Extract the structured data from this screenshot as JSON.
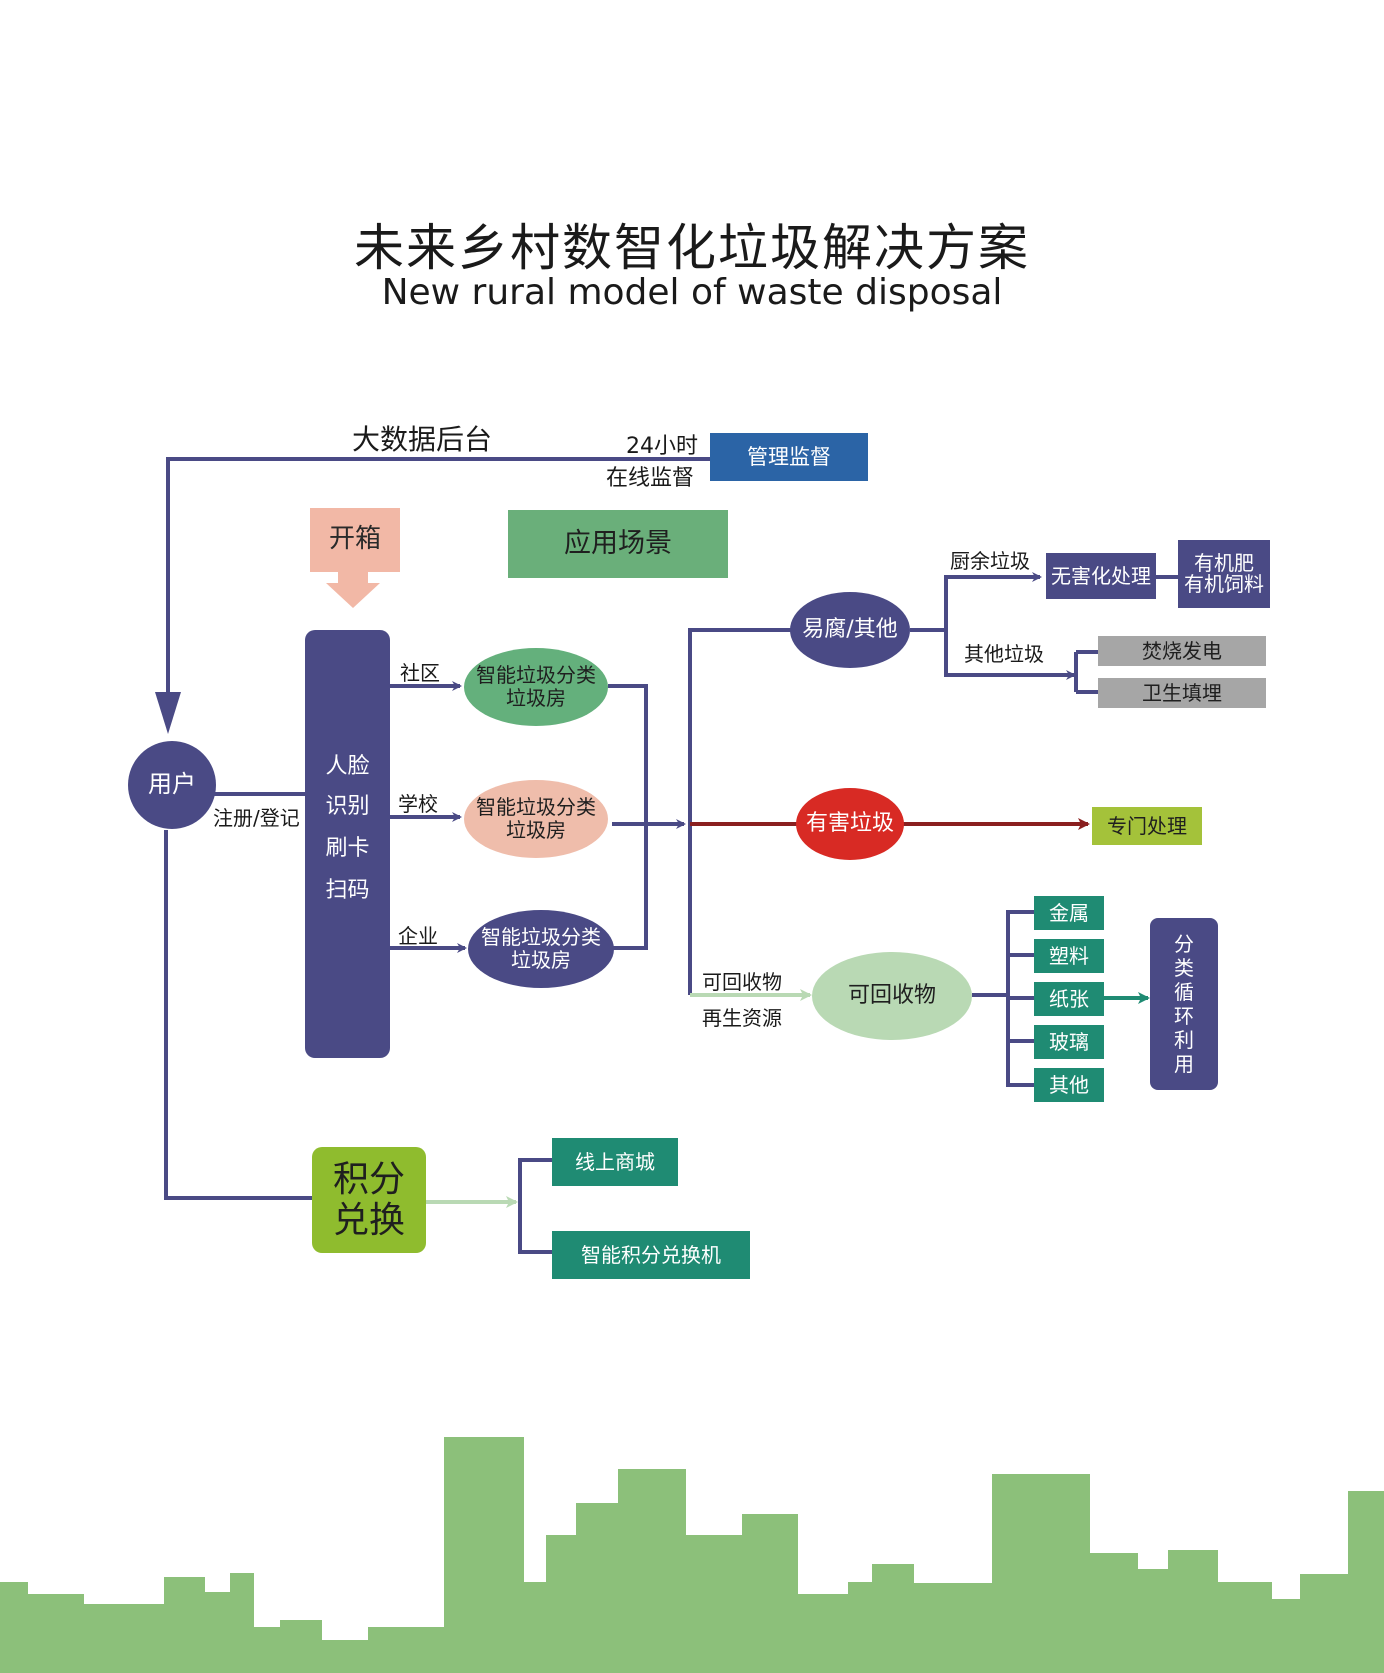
{
  "title": "未来乡村数智化垃圾解决方案",
  "subtitle": "New rural model of waste disposal",
  "top_flow": {
    "backend_label": "大数据后台",
    "monitor_line1": "24小时",
    "monitor_line2": "在线监督",
    "management_box": "管理监督"
  },
  "open_box": "开箱",
  "scenario_box": "应用场景",
  "user": "用户",
  "register_label": "注册/登记",
  "identify": [
    "人脸",
    "识别",
    "刷卡",
    "扫码"
  ],
  "scenes": [
    {
      "label": "社区",
      "line1": "智能垃圾分类",
      "line2": "垃圾房"
    },
    {
      "label": "学校",
      "line1": "智能垃圾分类",
      "line2": "垃圾房"
    },
    {
      "label": "企业",
      "line1": "智能垃圾分类",
      "line2": "垃圾房"
    }
  ],
  "perishable": {
    "node": "易腐/其他",
    "kitchen_label": "厨余垃圾",
    "harmless_box": "无害化处理",
    "fertilizer_line1": "有机肥",
    "fertilizer_line2": "有机饲料",
    "other_label": "其他垃圾",
    "incinerate": "焚烧发电",
    "landfill": "卫生填埋"
  },
  "hazardous": {
    "node": "有害垃圾",
    "special": "专门处理"
  },
  "recyclable": {
    "label_line1": "可回收物",
    "label_line2": "再生资源",
    "node": "可回收物",
    "items": [
      "金属",
      "塑料",
      "纸张",
      "玻璃",
      "其他"
    ],
    "cycle_chars": [
      "分",
      "类",
      "循",
      "环",
      "利",
      "用"
    ]
  },
  "points": {
    "box_line1": "积分",
    "box_line2": "兑换",
    "online_mall": "线上商城",
    "machine": "智能积分兑换机"
  },
  "colors": {
    "navy": "#4a4a85",
    "blue": "#2b64a6",
    "salmon": "#f2b8a6",
    "scene_green": "#6aaf7a",
    "ellipse_green": "#64b07c",
    "ellipse_pink": "#efbdab",
    "hazard_red": "#d82a24",
    "special_yellow": "#a4c23a",
    "gray": "#a6a6a6",
    "teal": "#1f8b73",
    "light_green": "#b9d9b4",
    "points_green": "#8fbc2e",
    "city_green": "#8cc07a",
    "dark_red": "#8a1f1f"
  }
}
